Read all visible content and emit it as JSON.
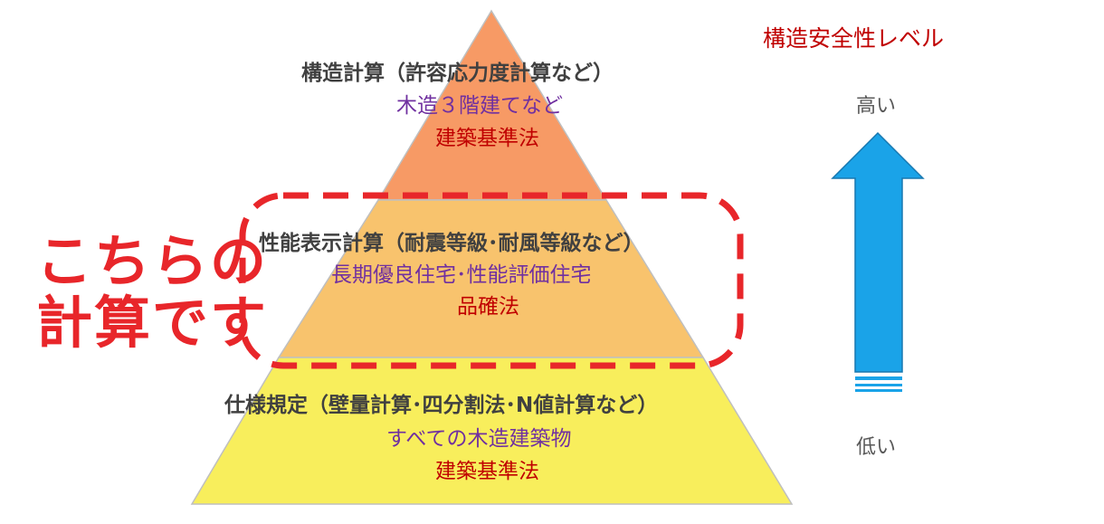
{
  "pyramid": {
    "top": {
      "title": "構造計算（許容応力度計算など）",
      "example": "木造３階建てなど",
      "law": "建築基準法",
      "color": "#F79A65"
    },
    "middle": {
      "title": "性能表示計算（耐震等級･耐風等級など）",
      "example": "長期優良住宅･性能評価住宅",
      "law": "品確法",
      "color": "#F8C36D"
    },
    "bottom": {
      "title": "仕様規定（壁量計算･四分割法･N値計算など）",
      "example": "すべての木造建築物",
      "law": "建築基準法",
      "color": "#F8EE5C"
    }
  },
  "callout": {
    "line1": "こちらの",
    "line2": "計算です",
    "color": "#E8262A"
  },
  "level_axis": {
    "heading": "構造安全性レベル",
    "high": "高い",
    "low": "低い",
    "arrow_color": "#1AA3E8"
  }
}
